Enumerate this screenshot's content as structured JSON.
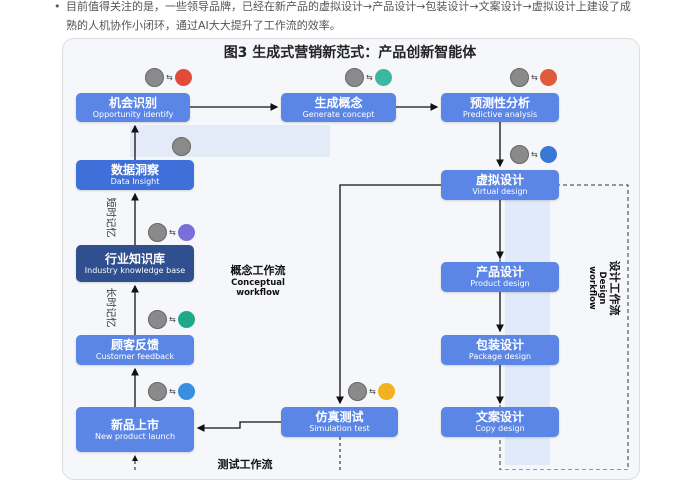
{
  "intro": {
    "text": "目前值得关注的是，一些领导品牌，已经在新产品的虚拟设计→产品设计→包装设计→文案设计→虚拟设计上建设了成熟的人机协作小闭环，通过AI大大提升了工作流的效率。"
  },
  "figure": {
    "title": "图3 生成式营销新范式：产品创新智能体"
  },
  "nodes": {
    "opportunity": {
      "zh": "机会识别",
      "en": "Opportunity identify"
    },
    "concept": {
      "zh": "生成概念",
      "en": "Generate concept"
    },
    "predictive": {
      "zh": "预测性分析",
      "en": "Predictive analysis"
    },
    "insight": {
      "zh": "数据洞察",
      "en": "Data Insight"
    },
    "knowledge": {
      "zh": "行业知识库",
      "en": "Industry knowledge base"
    },
    "feedback": {
      "zh": "顾客反馈",
      "en": "Customer feedback"
    },
    "launch": {
      "zh": "新品上市",
      "en": "New product launch"
    },
    "simulation": {
      "zh": "仿真测试",
      "en": "Simulation test"
    },
    "virtual": {
      "zh": "虚拟设计",
      "en": "Virtual design"
    },
    "product": {
      "zh": "产品设计",
      "en": "Product design"
    },
    "package": {
      "zh": "包装设计",
      "en": "Package design"
    },
    "copy": {
      "zh": "文案设计",
      "en": "Copy design"
    }
  },
  "flows": {
    "conceptual": {
      "zh": "概念工作流",
      "en": "Conceptual workflow"
    },
    "design": {
      "zh": "设计工作流",
      "en": "Design workflow"
    },
    "test": {
      "zh": "测试工作流"
    }
  },
  "memory": {
    "short": "短时记忆",
    "long": "长时记忆"
  },
  "colors": {
    "node": "#5b86e5",
    "node_dark": "#2f4f8f",
    "background": "#f5f7fb"
  }
}
